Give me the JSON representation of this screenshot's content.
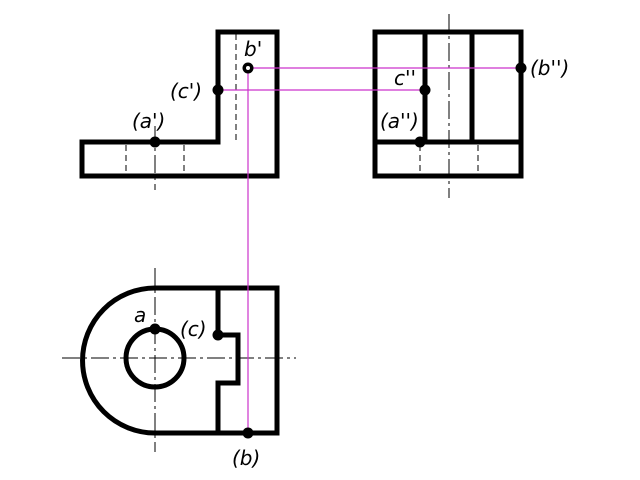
{
  "colors": {
    "line": "#000000",
    "projection": "#cc33cc",
    "background": "#ffffff"
  },
  "labels": {
    "front_b": "b'",
    "front_c": "(c')",
    "front_a": "(a')",
    "side_c": "c''",
    "side_b": "(b'')",
    "side_a": "(a'')",
    "top_a": "a",
    "top_c": "(c)",
    "top_b": "(b)"
  }
}
